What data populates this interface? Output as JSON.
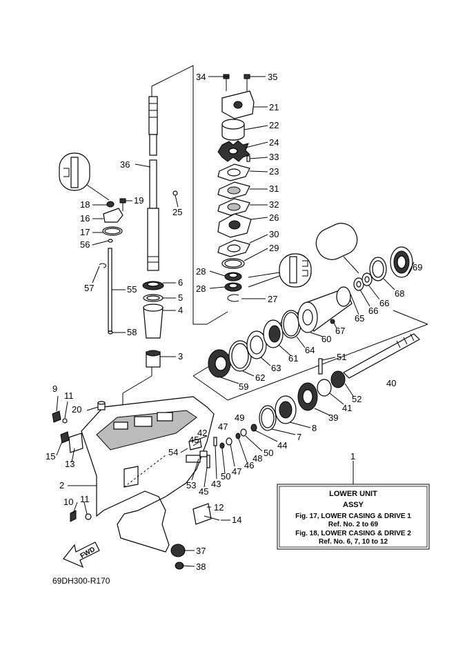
{
  "labels": {
    "p1": "1",
    "p2": "2",
    "p3": "3",
    "p4": "4",
    "p5a": "5",
    "p6a": "6",
    "p7": "7",
    "p8": "8",
    "p9": "9",
    "p10": "10",
    "p11a": "11",
    "p11b": "11",
    "p12": "12",
    "p13": "13",
    "p14": "14",
    "p15": "15",
    "p16": "16",
    "p17": "17",
    "p18": "18",
    "p19": "19",
    "p20": "20",
    "p21": "21",
    "p22": "22",
    "p23": "23",
    "p24": "24",
    "p25": "25",
    "p26": "26",
    "p27": "27",
    "p28a": "28",
    "p28b": "28",
    "p29": "29",
    "p30": "30",
    "p31": "31",
    "p32": "32",
    "p33": "33",
    "p34": "34",
    "p35": "35",
    "p36": "36",
    "p37": "37",
    "p38": "38",
    "p39": "39",
    "p40": "40",
    "p41": "41",
    "p42": "42",
    "p43": "43",
    "p44": "44",
    "p45a": "45",
    "p45b": "45",
    "p46": "46",
    "p47a": "47",
    "p47b": "47",
    "p48": "48",
    "p49": "49",
    "p50a": "50",
    "p50b": "50",
    "p51": "51",
    "p52": "52",
    "p53": "53",
    "p54": "54",
    "p55": "55",
    "p56": "56",
    "p57": "57",
    "p58": "58",
    "p59": "59",
    "p60": "60",
    "p61": "61",
    "p62": "62",
    "p63": "63",
    "p64": "64",
    "p65": "65",
    "p66a": "66",
    "p66b": "66",
    "p67": "67",
    "p68": "68",
    "p69": "69"
  },
  "info_box": {
    "title": "LOWER UNIT",
    "subtitle": "ASSY",
    "line1": "Fig. 17, LOWER CASING & DRIVE 1",
    "line2": "Ref. No. 2 to 69",
    "line3": "Fig. 18, LOWER CASING & DRIVE 2",
    "line4": "Ref. No. 6, 7, 10 to 12"
  },
  "fwd_label": "FWD",
  "diagram_code": "69DH300-R170"
}
